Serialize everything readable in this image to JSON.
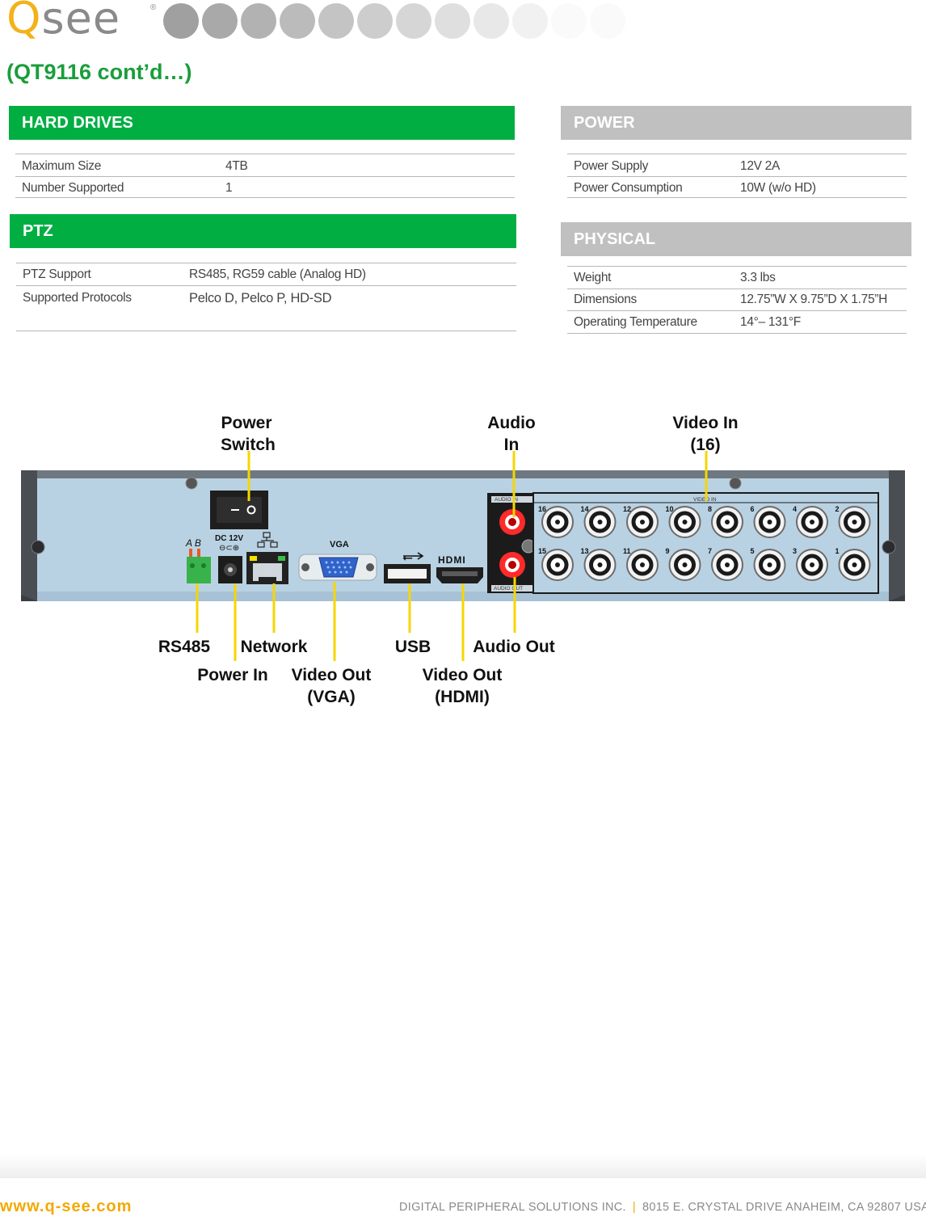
{
  "header": {
    "logo_q": "Q",
    "logo_rest": "see",
    "registered": "®",
    "subtitle": "(QT9116 cont’d…)"
  },
  "hard_drives": {
    "title": "HARD DRIVES",
    "rows": [
      {
        "label": "Maximum Size",
        "value": "4TB"
      },
      {
        "label": "Number Supported",
        "value": "1"
      }
    ]
  },
  "ptz": {
    "title": "PTZ",
    "rows": [
      {
        "label": "PTZ Support",
        "value": "RS485, RG59 cable (Analog HD)"
      },
      {
        "label": "Supported Protocols",
        "value": "Pelco D, Pelco P, HD-SD"
      }
    ]
  },
  "power": {
    "title": "POWER",
    "rows": [
      {
        "label": "Power Supply",
        "value": "12V 2A"
      },
      {
        "label": "Power Consumption",
        "value": "10W (w/o HD)"
      }
    ]
  },
  "physical": {
    "title": "PHYSICAL",
    "rows": [
      {
        "label": "Weight",
        "value": "3.3 lbs"
      },
      {
        "label": "Dimensions",
        "value": "12.75”W X 9.75”D X 1.75”H"
      },
      {
        "label": "Operating Temperature",
        "value": "14°– 131°F"
      }
    ]
  },
  "diagram": {
    "callouts": {
      "power_switch": [
        "Power",
        "Switch"
      ],
      "audio_in": [
        "Audio",
        "In"
      ],
      "video_in": [
        "Video In",
        "(16)"
      ],
      "rs485": "RS485",
      "network": "Network",
      "usb": "USB",
      "audio_out": "Audio Out",
      "power_in": "Power In",
      "video_out_vga": [
        "Video Out",
        "(VGA)"
      ],
      "video_out_hdmi": [
        "Video Out",
        "(HDMI)"
      ]
    },
    "panel_labels": {
      "ab": "A B",
      "dc12v": "DC 12V",
      "vga": "VGA",
      "hdmi": "HDMI",
      "audio_in": "AUDIO IN",
      "audio_out": "AUDIO OUT",
      "video_in": "VIDEO IN",
      "top_ports": [
        "16",
        "14",
        "12",
        "10",
        "8",
        "6",
        "4",
        "2"
      ],
      "bottom_ports": [
        "15",
        "13",
        "11",
        "9",
        "7",
        "5",
        "3",
        "1"
      ]
    }
  },
  "footer": {
    "url": "www.q-see.com",
    "company": "DIGITAL PERIPHERAL SOLUTIONS INC.",
    "separator": "|",
    "address": "8015 E. CRYSTAL DRIVE ANAHEIM, CA 92807 USA"
  }
}
